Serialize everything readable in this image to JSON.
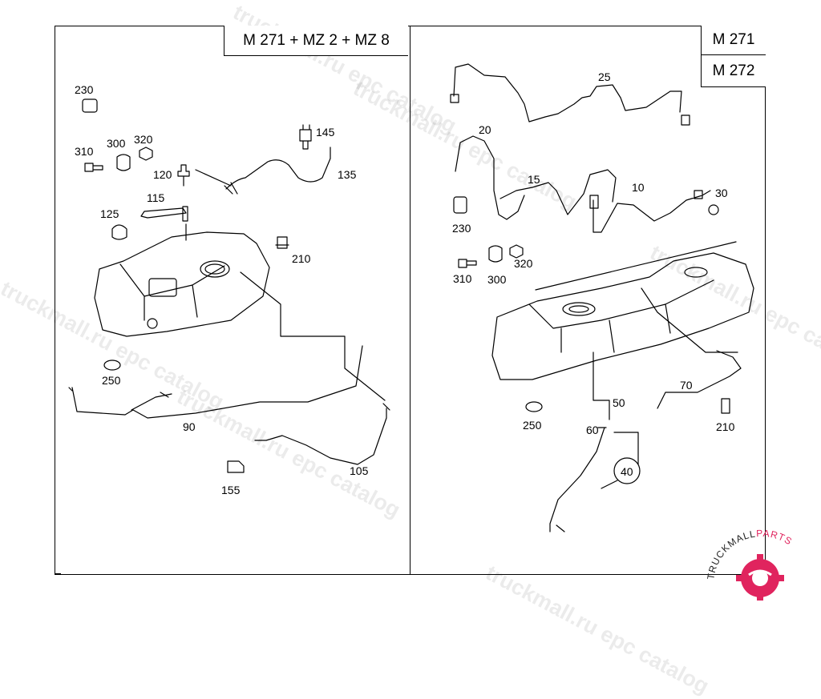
{
  "titles": {
    "left": "M 271 + MZ 2 + MZ 8",
    "right_top": "M 271",
    "right_bottom": "M 272"
  },
  "left_labels": {
    "l230": "230",
    "l310": "310",
    "l300": "300",
    "l320": "320",
    "l145": "145",
    "l120": "120",
    "l135": "135",
    "l115": "115",
    "l125": "125",
    "l210": "210",
    "l250": "250",
    "l90": "90",
    "l105": "105",
    "l155": "155"
  },
  "right_labels": {
    "r25": "25",
    "r20": "20",
    "r15": "15",
    "r10": "10",
    "r30": "30",
    "r230": "230",
    "r310": "310",
    "r300": "300",
    "r320": "320",
    "r70": "70",
    "r50": "50",
    "r250": "250",
    "r60": "60",
    "r40": "40",
    "r210": "210"
  },
  "watermarks": {
    "w1": "truckmall.ru epc catalog",
    "w2": "truckmall.ru epc catalog",
    "w3": "truckmall.ru epc catalog",
    "w4": "truckmall.ru epc catalog",
    "w5": "truckmall.ru epc catalog",
    "w6": "truckmall.ru epc catalog"
  },
  "logo": {
    "text_dark": "TRUCKMALL",
    "text_accent": "PARTS",
    "accent_color": "#e0245e"
  }
}
